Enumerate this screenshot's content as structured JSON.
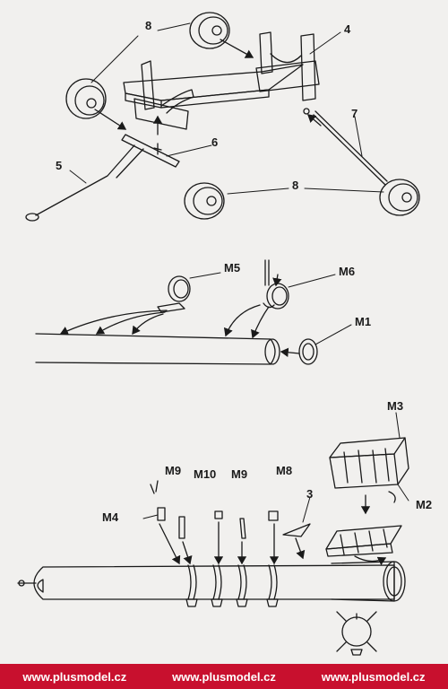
{
  "callouts": {
    "c8_top": "8",
    "c4": "4",
    "c7": "7",
    "c6": "6",
    "c5": "5",
    "c8_bottom": "8",
    "m5": "M5",
    "m6": "M6",
    "m1": "M1",
    "m3": "M3",
    "m2": "M2",
    "m9_left": "M9",
    "m10": "M10",
    "m9_right": "M9",
    "m8": "M8",
    "c3": "3",
    "m4": "M4"
  },
  "footer": {
    "links": [
      "www.plusmodel.cz",
      "www.plusmodel.cz",
      "www.plusmodel.cz"
    ]
  },
  "colors": {
    "footer_bg": "#c8102e",
    "line": "#1a1a1a",
    "paper": "#f1f0ee"
  }
}
